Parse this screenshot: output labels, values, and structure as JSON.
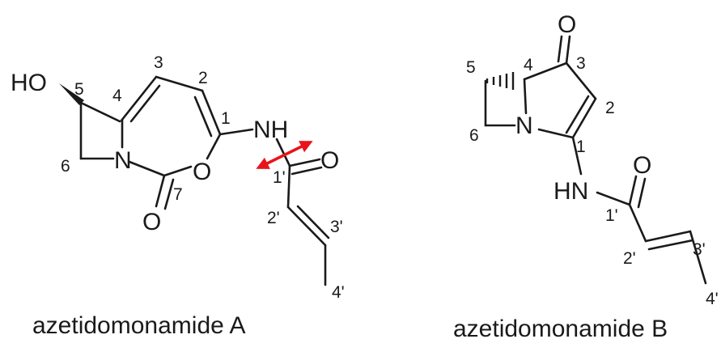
{
  "molecule_a": {
    "caption": "azetidomonamide A",
    "atoms": {
      "ho": "HO",
      "n": "N",
      "o_ring": "O",
      "o_carbonyl": "O",
      "nh": "NH",
      "o_amide": "O"
    },
    "numbers": {
      "n5": "5",
      "n4": "4",
      "n3": "3",
      "n2": "2",
      "n1": "1",
      "n6": "6",
      "n7": "7",
      "n1p": "1'",
      "n2p": "2'",
      "n3p": "3'",
      "n4p": "4'"
    },
    "noe_arrow_color": "#e8141b"
  },
  "molecule_b": {
    "caption": "azetidomonamide B",
    "atoms": {
      "o_ketone": "O",
      "n": "N",
      "hn": "HN",
      "o_amide": "O"
    },
    "numbers": {
      "n5": "5",
      "n4": "4",
      "n3": "3",
      "n2": "2",
      "n1": "1",
      "n6": "6",
      "n1p": "1'",
      "n2p": "2'",
      "n3p": "3'",
      "n4p": "4'"
    }
  }
}
